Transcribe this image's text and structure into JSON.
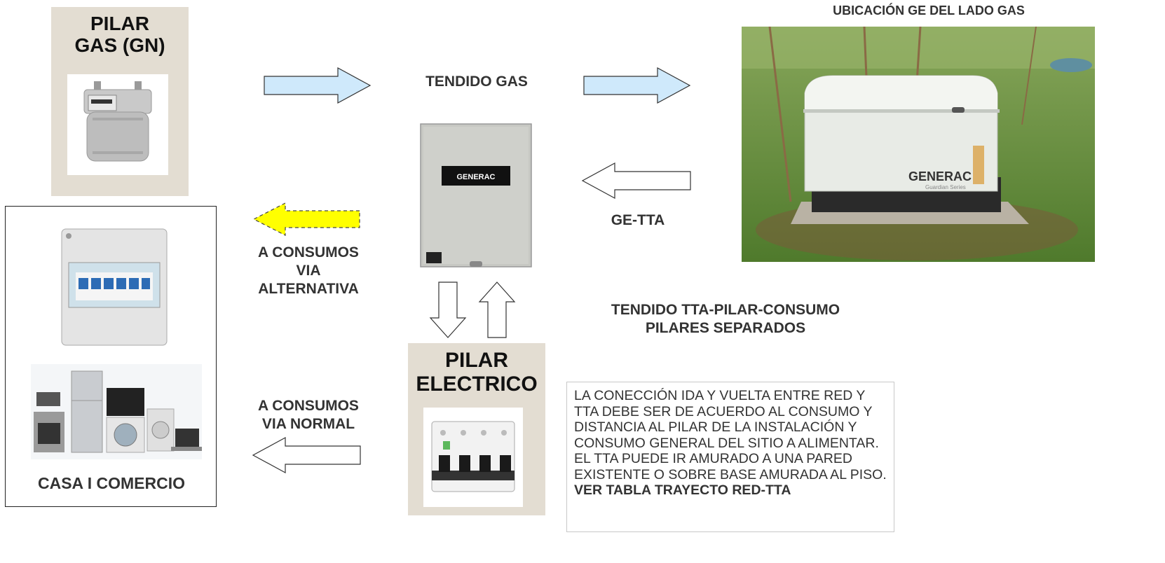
{
  "gas_pillar": {
    "line1": "PILAR",
    "line2": "GAS (GN)"
  },
  "gas_line_label": "TENDIDO GAS",
  "generator_title": "UBICACIÓN GE DEL LADO GAS",
  "generator_brand": "GENERAC",
  "generator_series": "Guardian Series",
  "tta_brand": "GENERAC",
  "ge_tta_label": "GE-TTA",
  "alt_consumption": {
    "line1": "A CONSUMOS",
    "line2": "VIA",
    "line3": "ALTERNATIVA"
  },
  "normal_consumption": {
    "line1": "A CONSUMOS",
    "line2": "VIA NORMAL"
  },
  "electric_pillar": {
    "line1": "PILAR",
    "line2": "ELECTRICO"
  },
  "route_label": {
    "line1": "TENDIDO TTA-PILAR-CONSUMO",
    "line2": "PILARES SEPARADOS"
  },
  "house_label": "CASA I COMERCIO",
  "note": {
    "text1": "LA CONECCIÓN IDA Y VUELTA ENTRE RED Y TTA DEBE SER DE ACUERDO AL CONSUMO Y DISTANCIA AL PILAR DE LA INSTALACIÓN Y CONSUMO GENERAL DEL SITIO A ALIMENTAR.",
    "text2": "EL TTA PUEDE IR AMURADO A UNA PARED EXISTENTE O SOBRE BASE AMURADA AL PISO. ",
    "bold": "VER TABLA  TRAYECTO RED-TTA"
  },
  "colors": {
    "arrow_blue": "#cfe9fb",
    "arrow_yellow": "#ffff00",
    "pillar_bg": "#e3ddd2",
    "grass": "#5f8a3a"
  }
}
